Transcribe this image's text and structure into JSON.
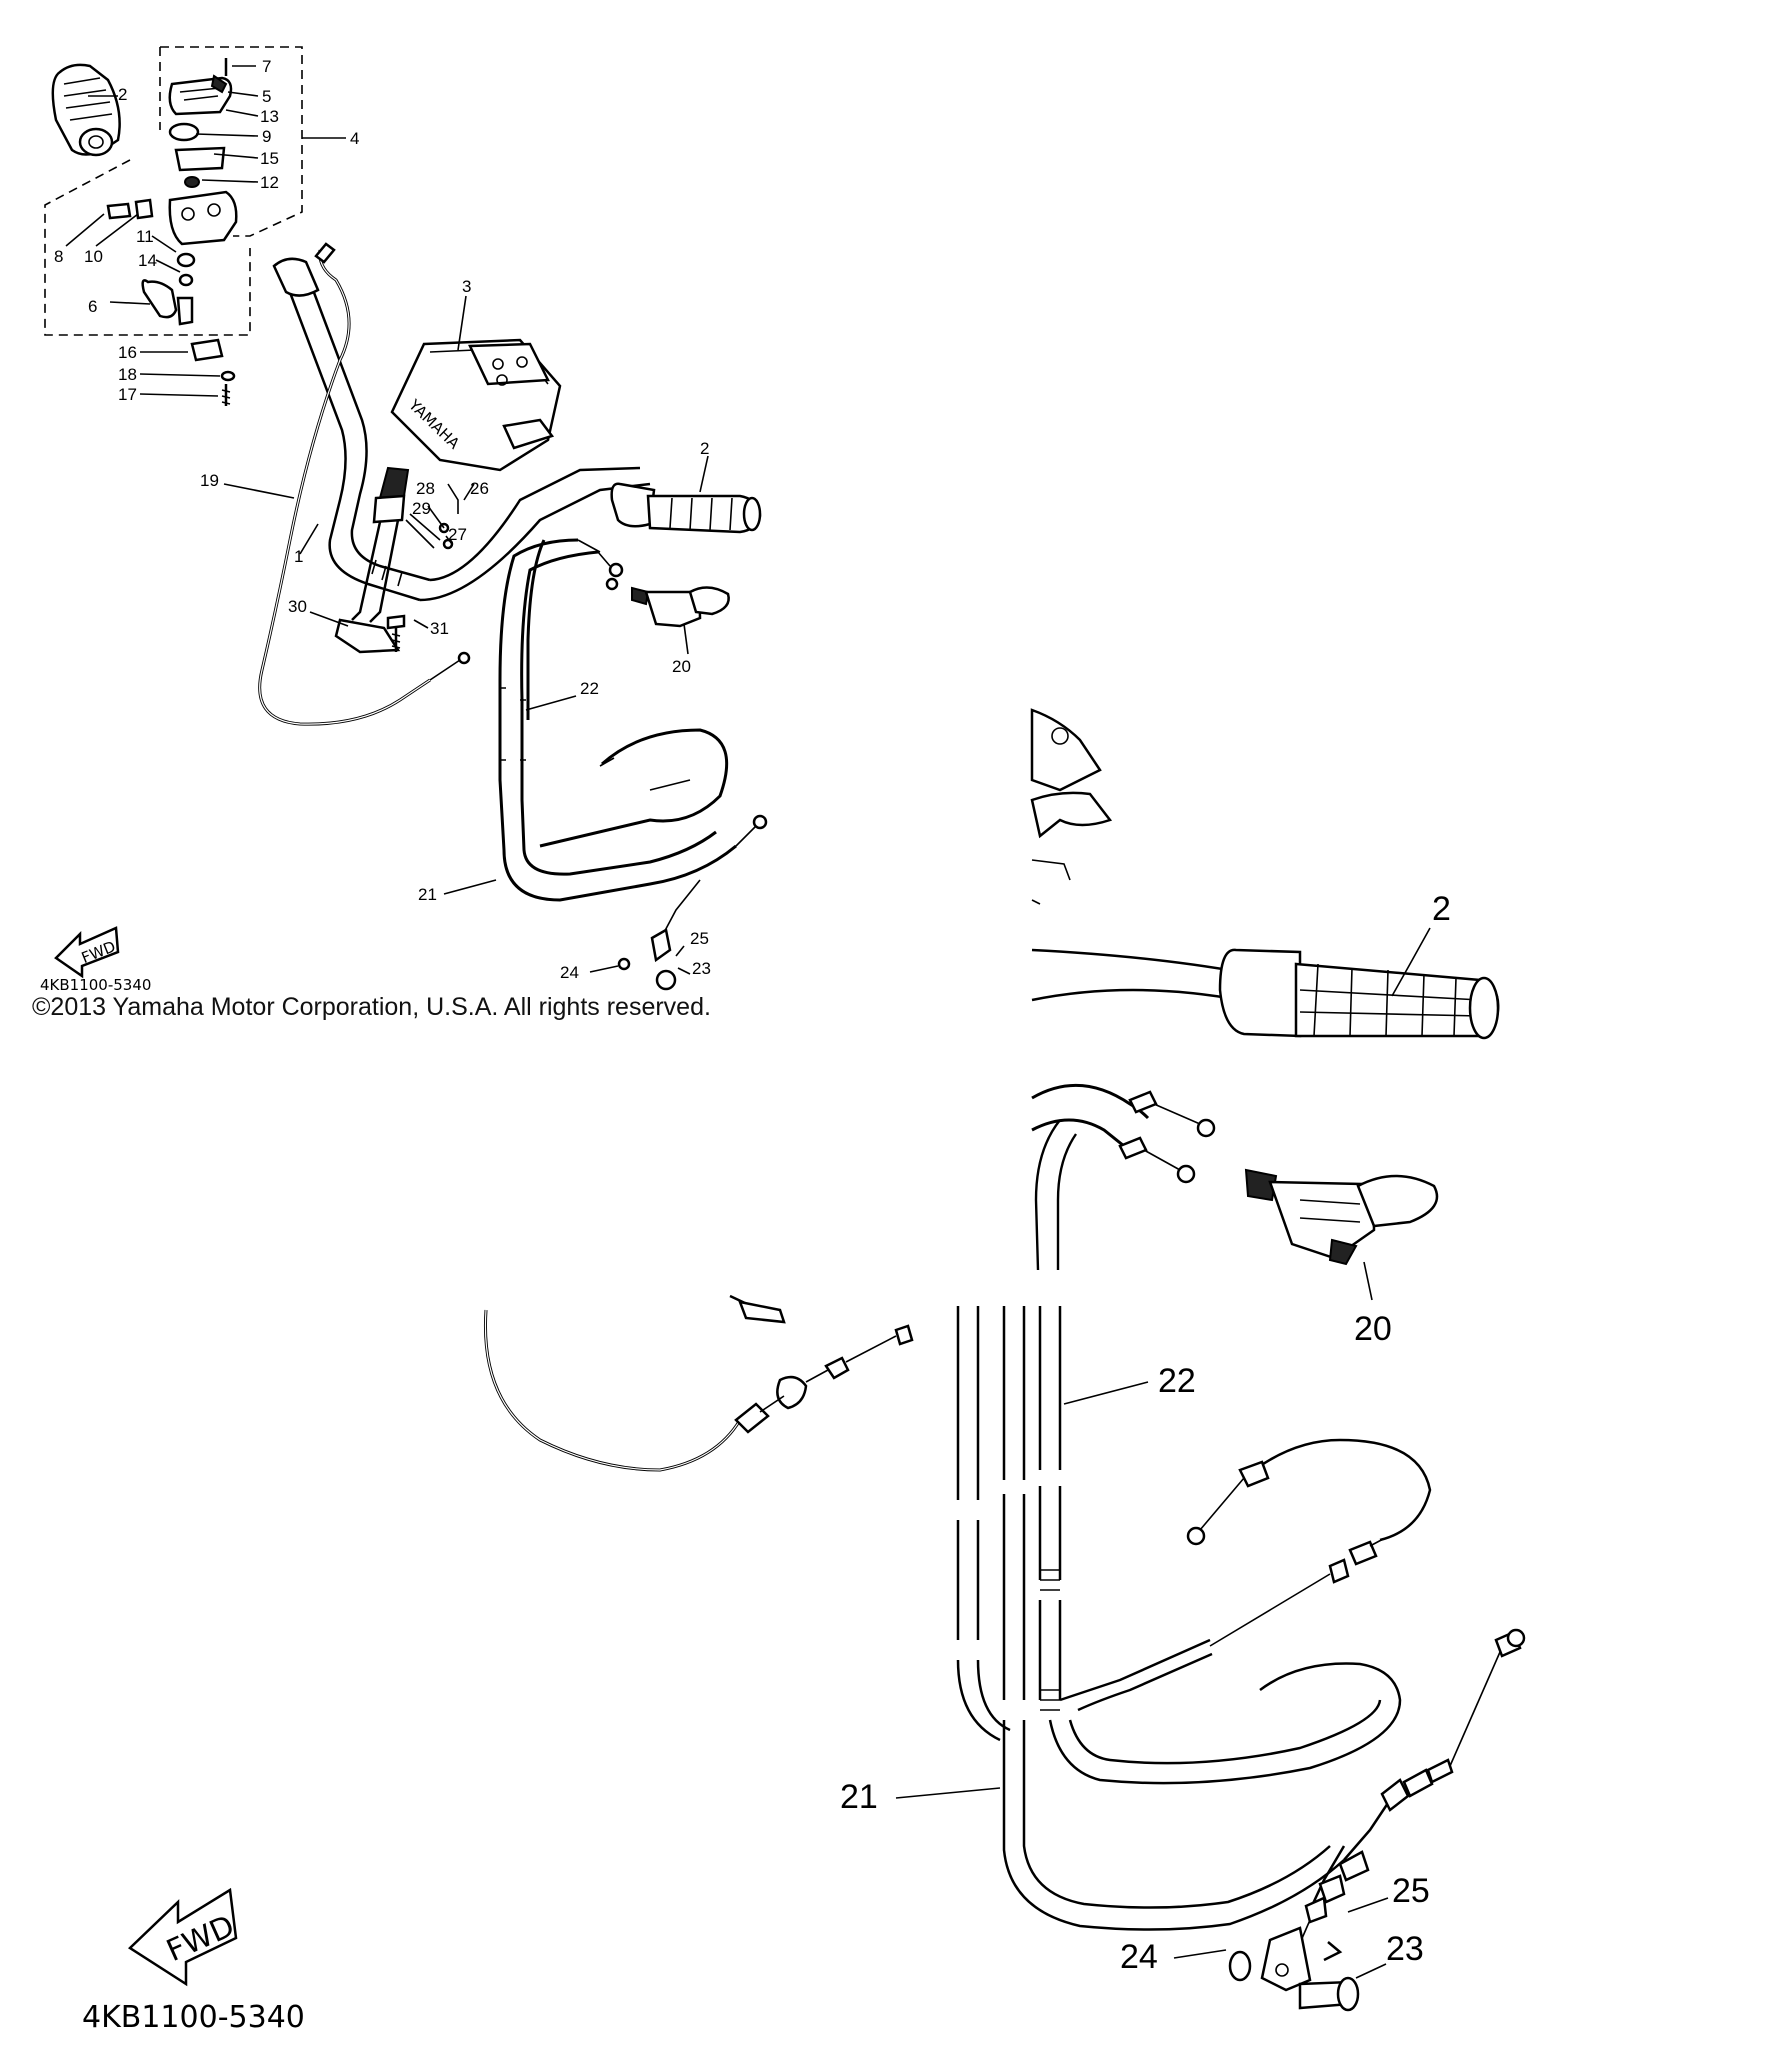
{
  "diagram_code": "4KB1100-5340",
  "diagram_code_zoom": "4KB1100-5340",
  "fwd_label": "FWD",
  "copyright": "©2013 Yamaha Motor Corporation, U.S.A. All rights reserved.",
  "brand_text": "YAMAHA",
  "callouts": {
    "c2": "2",
    "c3": "3",
    "c4": "4",
    "c5": "5",
    "c6": "6",
    "c7": "7",
    "c8": "8",
    "c9": "9",
    "c10": "10",
    "c11": "11",
    "c12": "12",
    "c13": "13",
    "c14": "14",
    "c15": "15",
    "c16": "16",
    "c17": "17",
    "c18": "18",
    "c19": "19",
    "c1": "1",
    "c2b": "2",
    "c20": "20",
    "c21": "21",
    "c22": "22",
    "c23": "23",
    "c24": "24",
    "c25": "25",
    "c26": "26",
    "c27": "27",
    "c28": "28",
    "c29": "29",
    "c30": "30",
    "c31": "31"
  },
  "zoom_callouts": {
    "z2": "2",
    "z20": "20",
    "z22": "22",
    "z21": "21",
    "z25": "25",
    "z24": "24",
    "z23": "23"
  }
}
